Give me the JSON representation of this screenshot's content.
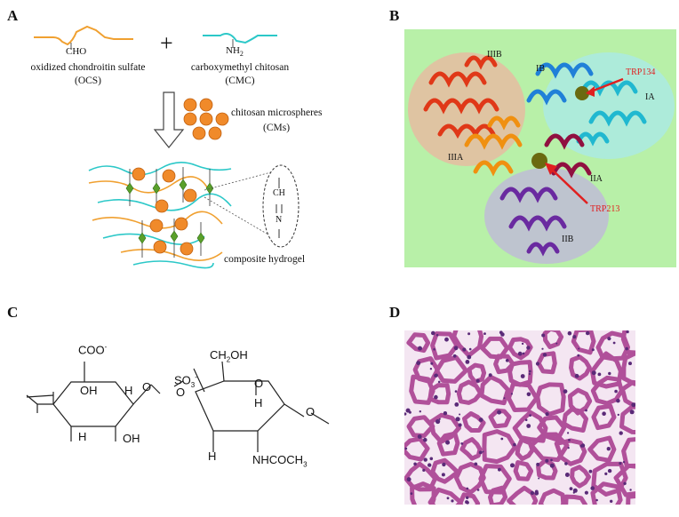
{
  "panels": {
    "a": {
      "label": "A",
      "ocs_name": "oxidized chondroitin sulfate",
      "ocs_abbr": "(OCS)",
      "ocs_group": "CHO",
      "cmc_name": "carboxymethyl chitosan",
      "cmc_abbr": "(CMC)",
      "cmc_group_main": "NH",
      "cmc_group_sub": "2",
      "plus": "+",
      "cms_name": "chitosan microspheres",
      "cms_abbr": "(CMs)",
      "bond_top": "CH",
      "bond_bottom": "N",
      "hydrogel": "composite hydrogel",
      "colors": {
        "ocs": "#f0a030",
        "cmc": "#2cc8c8",
        "sphere": "#f08a2a",
        "crosslink": "#5aa02a"
      }
    },
    "b": {
      "label": "B",
      "domain_labels": [
        "IIIB",
        "IB",
        "IA",
        "IIIA",
        "IIA",
        "IIB"
      ],
      "trp134": "TRP134",
      "trp213": "TRP213",
      "colors": {
        "background": "#b8f0a8",
        "arrow": "#e02020"
      }
    },
    "c": {
      "label": "C",
      "coo": "COO",
      "coo_sup": "-",
      "ch2oh": "CH",
      "ch2oh_sub": "2",
      "ch2oh_end": "OH",
      "so3": "SO",
      "so3_sub": "3",
      "so3_sup": "-",
      "o_label": "O",
      "h_label": "H",
      "oh_label": "OH",
      "nhcoch3": "NHCOCH",
      "nhcoch3_sub": "3"
    },
    "d": {
      "label": "D",
      "colors": {
        "background": "#f4e6f2",
        "tissue": "#b0509a",
        "nuclei": "#5a2a78"
      }
    }
  }
}
